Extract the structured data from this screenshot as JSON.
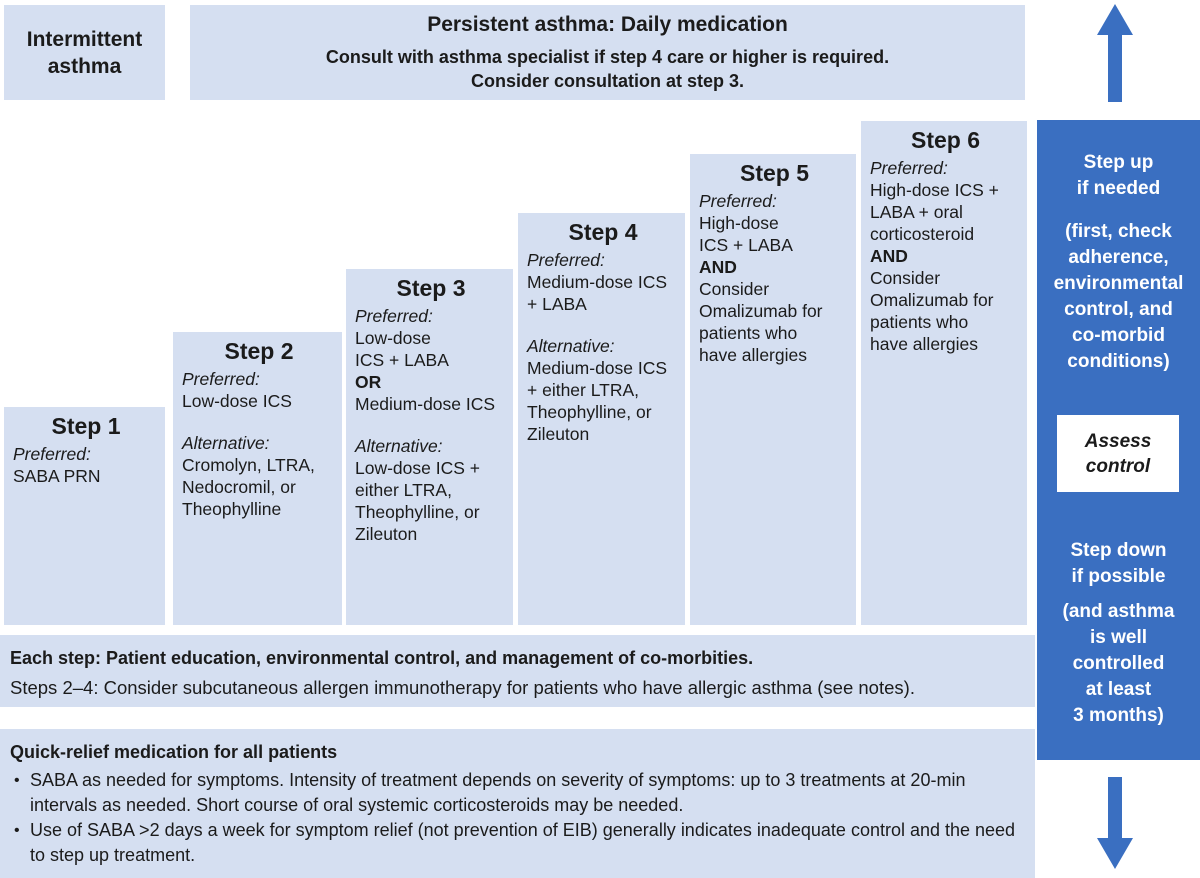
{
  "colors": {
    "accent_blue": "#3a6fc1",
    "panel_blue": "#d5dff1",
    "text": "#1b1b1b",
    "white": "#ffffff"
  },
  "header": {
    "intermittent_label": "Intermittent\nasthma",
    "persistent_title": "Persistent asthma: Daily medication",
    "persistent_subtitle": "Consult with asthma specialist if step 4 care or higher is required.\nConsider consultation at step 3."
  },
  "steps": [
    {
      "title": "Step 1",
      "lines": [
        {
          "text": "Preferred:",
          "style": "italic"
        },
        {
          "text": "SABA PRN",
          "style": "normal"
        }
      ]
    },
    {
      "title": "Step 2",
      "lines": [
        {
          "text": "Preferred:",
          "style": "italic"
        },
        {
          "text": "Low-dose ICS",
          "style": "normal"
        },
        {
          "style": "gap"
        },
        {
          "text": "Alternative:",
          "style": "italic"
        },
        {
          "text": "Cromolyn, LTRA,",
          "style": "normal"
        },
        {
          "text": "Nedocromil, or",
          "style": "normal"
        },
        {
          "text": "Theophylline",
          "style": "normal"
        }
      ]
    },
    {
      "title": "Step 3",
      "lines": [
        {
          "text": "Preferred:",
          "style": "italic"
        },
        {
          "text": "Low-dose",
          "style": "normal"
        },
        {
          "text": "ICS + LABA",
          "style": "normal"
        },
        {
          "text": "OR",
          "style": "bold"
        },
        {
          "text": "Medium-dose ICS",
          "style": "normal"
        },
        {
          "style": "gap"
        },
        {
          "text": "Alternative:",
          "style": "italic"
        },
        {
          "text": "Low-dose ICS +",
          "style": "normal"
        },
        {
          "text": "either LTRA,",
          "style": "normal"
        },
        {
          "text": "Theophylline, or",
          "style": "normal"
        },
        {
          "text": "Zileuton",
          "style": "normal"
        }
      ]
    },
    {
      "title": "Step 4",
      "lines": [
        {
          "text": "Preferred:",
          "style": "italic"
        },
        {
          "text": "Medium-dose ICS",
          "style": "normal"
        },
        {
          "text": "+ LABA",
          "style": "normal"
        },
        {
          "style": "gap"
        },
        {
          "text": "Alternative:",
          "style": "italic"
        },
        {
          "text": "Medium-dose ICS",
          "style": "normal"
        },
        {
          "text": "+ either LTRA,",
          "style": "normal"
        },
        {
          "text": "Theophylline, or",
          "style": "normal"
        },
        {
          "text": "Zileuton",
          "style": "normal"
        }
      ]
    },
    {
      "title": "Step 5",
      "lines": [
        {
          "text": "Preferred:",
          "style": "italic"
        },
        {
          "text": "High-dose",
          "style": "normal"
        },
        {
          "text": "ICS + LABA",
          "style": "normal"
        },
        {
          "text": "AND",
          "style": "bold"
        },
        {
          "text": "Consider",
          "style": "normal"
        },
        {
          "text": "Omalizumab for",
          "style": "normal"
        },
        {
          "text": "patients who",
          "style": "normal"
        },
        {
          "text": "have allergies",
          "style": "normal"
        }
      ]
    },
    {
      "title": "Step 6",
      "lines": [
        {
          "text": "Preferred:",
          "style": "italic"
        },
        {
          "text": "High-dose ICS +",
          "style": "normal"
        },
        {
          "text": "LABA + oral",
          "style": "normal"
        },
        {
          "text": "corticosteroid",
          "style": "normal"
        },
        {
          "text": "AND",
          "style": "bold"
        },
        {
          "text": "Consider",
          "style": "normal"
        },
        {
          "text": "Omalizumab for",
          "style": "normal"
        },
        {
          "text": "patients who",
          "style": "normal"
        },
        {
          "text": "have allergies",
          "style": "normal"
        }
      ]
    }
  ],
  "each_step_bar": {
    "line1": "Each step: Patient education, environmental control, and management of co-morbities.",
    "line2": "Steps 2–4: Consider subcutaneous allergen immunotherapy for patients who have allergic asthma (see notes)."
  },
  "quick_relief": {
    "title": "Quick-relief medication for all patients",
    "bullets": [
      "SABA as needed for symptoms. Intensity of treatment depends on severity of symptoms: up to 3 treatments at 20-min intervals as needed. Short course of oral systemic corticosteroids may be needed.",
      "Use of SABA >2 days a week for symptom relief (not prevention of EIB) generally indicates inadequate control and the need to step up treatment."
    ]
  },
  "sidebar": {
    "step_up": "Step up\nif needed",
    "step_up_note": "(first, check\nadherence,\nenvironmental\ncontrol, and\nco-morbid\nconditions)",
    "assess_control": "Assess\ncontrol",
    "step_down": "Step down\nif possible",
    "step_down_note": "(and asthma\nis well\ncontrolled\nat least\n3 months)"
  }
}
